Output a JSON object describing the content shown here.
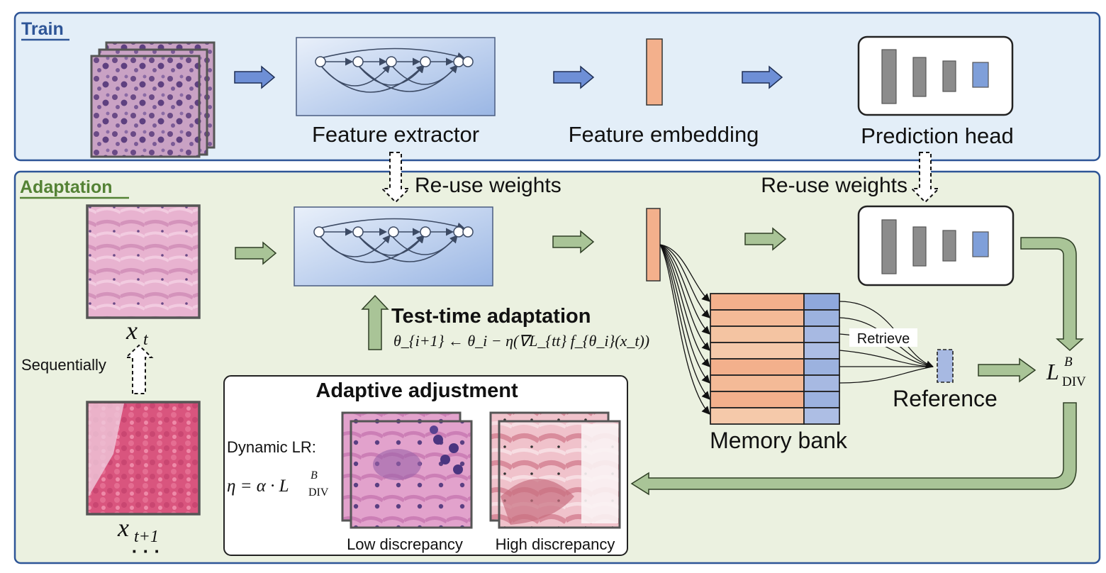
{
  "train": {
    "section_label": "Train",
    "feature_extractor": "Feature extractor",
    "feature_embedding": "Feature embedding",
    "prediction_head": "Prediction head"
  },
  "adaptation": {
    "section_label": "Adaptation",
    "reuse_weights_left": "Re-use weights",
    "reuse_weights_right": "Re-use weights",
    "input_current": "x",
    "input_current_sub": "t",
    "input_next": "x",
    "input_next_sub": "t+1",
    "ellipsis": "· · ·",
    "sequentially": "Sequentially",
    "tta_title": "Test-time adaptation",
    "tta_formula": "θ_{i+1} ← θ_i − η(∇L_{tt} f_{θ_i}(x_t))",
    "memory_bank": "Memory bank",
    "retrieve": "Retrieve",
    "reference": "Reference",
    "loss_symbol": "L",
    "loss_sup": "B",
    "loss_sub": "DIV"
  },
  "adaptive_adjustment": {
    "title": "Adaptive adjustment",
    "dynamic_lr": "Dynamic LR:",
    "lr_formula_lhs": "η = α · L",
    "lr_formula_sup": "B",
    "lr_formula_sub": "DIV",
    "low_label": "Low discrepancy",
    "high_label": "High discrepancy"
  },
  "colors": {
    "train_bg": "#e3eef8",
    "train_border": "#2e5597",
    "adapt_bg": "#ebf1e0",
    "adapt_border": "#2e5597",
    "train_title": "#2e5597",
    "adapt_title": "#548235",
    "blue_arrow": "#6e8fd6",
    "green_arrow": "#a9c497",
    "embedding": "#f3b08c",
    "memory_orange": "#f4c4a2",
    "memory_blue": "#a7b9e2",
    "head_gray": "#8c8c8c",
    "head_blue": "#7f9fd9"
  },
  "memory_bank_rows": 8
}
